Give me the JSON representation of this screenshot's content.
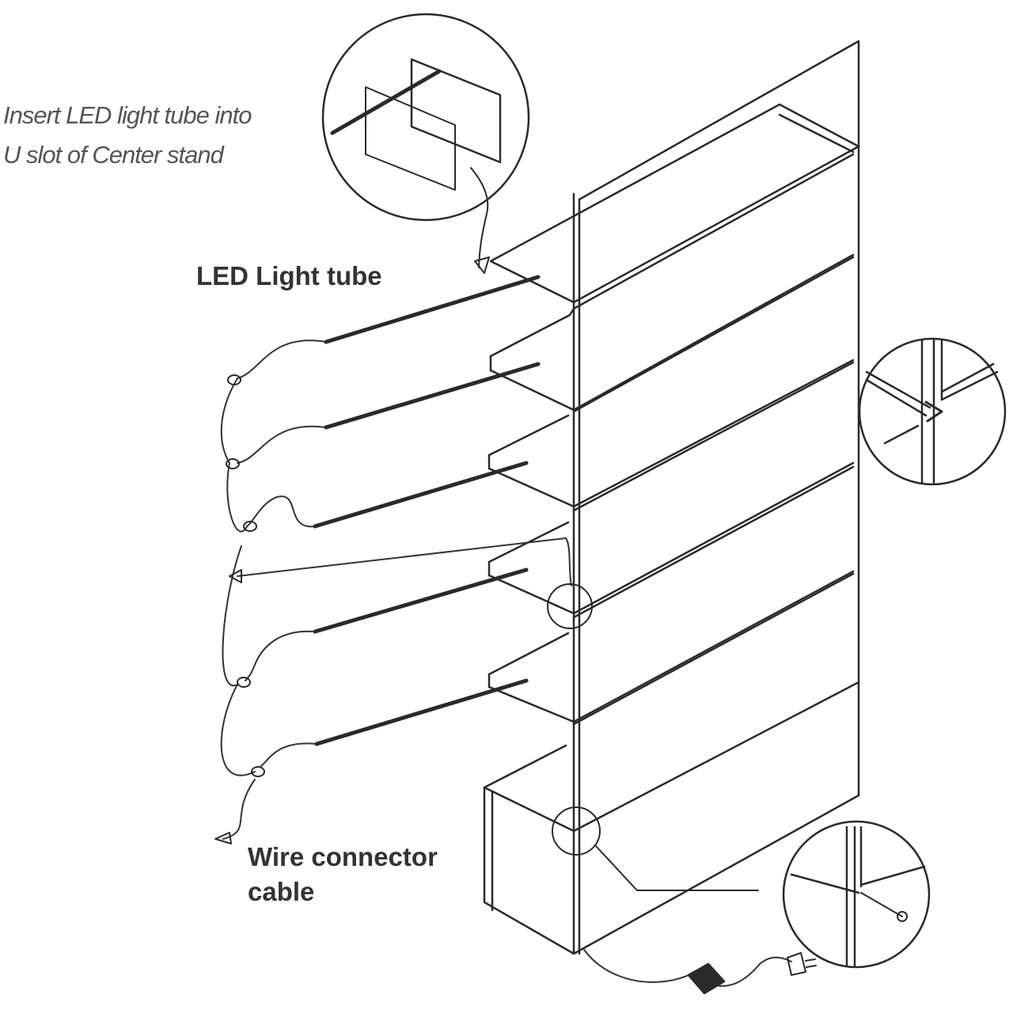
{
  "annotations": {
    "insert_note_line1": "Insert LED light tube into",
    "insert_note_line2": "U slot of Center stand",
    "led_label": "LED Light tube",
    "wire_label_line1": "Wire connector",
    "wire_label_line2": "cable"
  },
  "colors": {
    "stroke": "#2a2a2a",
    "thin": "#555555",
    "background": "#ffffff"
  }
}
